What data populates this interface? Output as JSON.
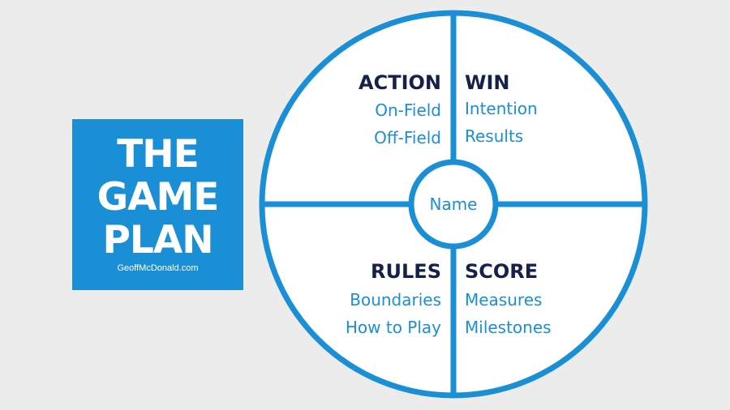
{
  "title_box": {
    "lines": [
      "THE",
      "GAME",
      "PLAN"
    ],
    "credit": "GeoffMcDonald.com"
  },
  "wheel": {
    "center_label": "Name",
    "quadrants": {
      "action": {
        "heading": "ACTION",
        "items": [
          "On-Field",
          "Off-Field"
        ]
      },
      "win": {
        "heading": "WIN",
        "items": [
          "Intention",
          "Results"
        ]
      },
      "rules": {
        "heading": "RULES",
        "items": [
          "Boundaries",
          "How to Play"
        ]
      },
      "score": {
        "heading": "SCORE",
        "items": [
          "Measures",
          "Milestones"
        ]
      }
    }
  },
  "colors": {
    "accent": "#1a8fd6",
    "heading": "#16214a",
    "background": "#ececed",
    "fill": "#ffffff"
  }
}
